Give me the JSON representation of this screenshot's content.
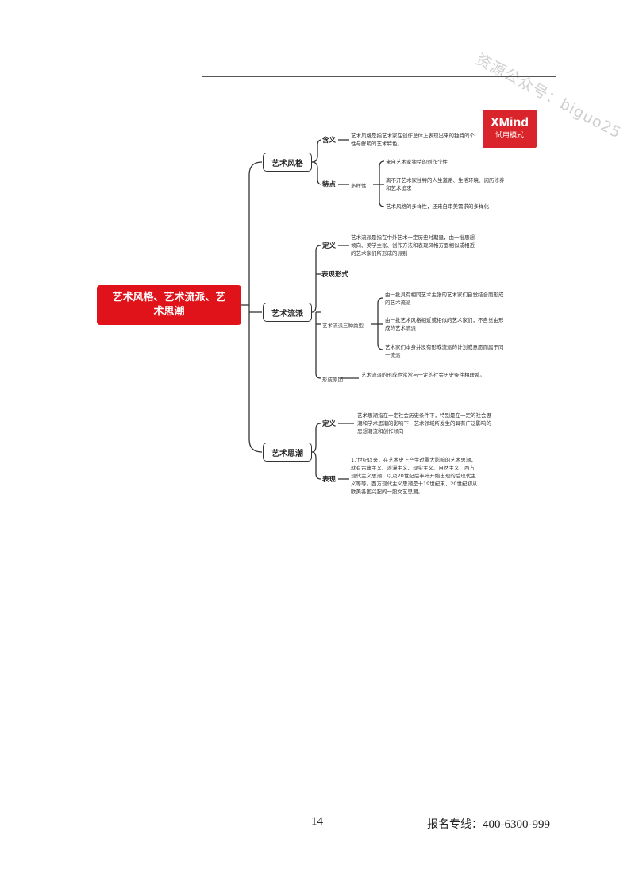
{
  "watermark": "资源公众号：biguo25",
  "badge": {
    "brand": "XMind",
    "mode": "试用模式"
  },
  "root": {
    "label": "艺术风格、艺术流派、艺术思潮"
  },
  "branches": {
    "style": {
      "label": "艺术风格",
      "definition_label": "含义",
      "definition_text": "艺术风格是指艺术家在创作总体上表现出来的独特的个性与鲜明的艺术特色。",
      "features_label": "特点",
      "features_sub": "多样性",
      "features": [
        "来自艺术家独特的创作个性",
        "离不开艺术家独特的人生道路、生活环境、阅历修养和艺术追求",
        "艺术风格的多样性，还来自审美需求的多样化"
      ]
    },
    "school": {
      "label": "艺术流派",
      "definition_label": "定义",
      "definition_text": "艺术流派是指在中外艺术一定历史时期里，由一批思想倾向、美学主张、创作方法和表现风格方面相似或相近的艺术家们所形成的派别",
      "forms_label": "表现形式",
      "forms_sub": "艺术流派三种类型",
      "forms": [
        "由一批具有相同艺术主张的艺术家们自觉结合而形成的艺术流派",
        "由一批艺术风格相近或相似的艺术家们，不自觉由形成的艺术流派",
        "艺术家们本身并没有形成流派的计划或意愿而属于同一流派"
      ],
      "cause_label": "形成原因",
      "cause_text": "艺术流派的形成也常常与一定的社会历史条件相联系。"
    },
    "trend": {
      "label": "艺术思潮",
      "definition_label": "定义",
      "definition_text": "艺术思潮指在一定社会历史条件下，特别是在一定的社会思潮和学术思潮的影响下，艺术领域所发生的具有广泛影响的思想潮流和创作倾向",
      "expression_label": "表现",
      "expression_text": "17世纪以来，在艺术史上产生过重大影响的艺术思潮，就有古典主义、浪漫主义、现实主义、自然主义、西方现代主义思潮，以及20世纪后半叶开始出现的后现代主义等等。西方现代主义思潮是十19世纪末、20世纪初从欧美各国兴起的一股文艺思潮。"
    }
  },
  "footer": {
    "page_number": "14",
    "hotline_label": "报名专线：",
    "hotline_number": "400-6300-999"
  }
}
